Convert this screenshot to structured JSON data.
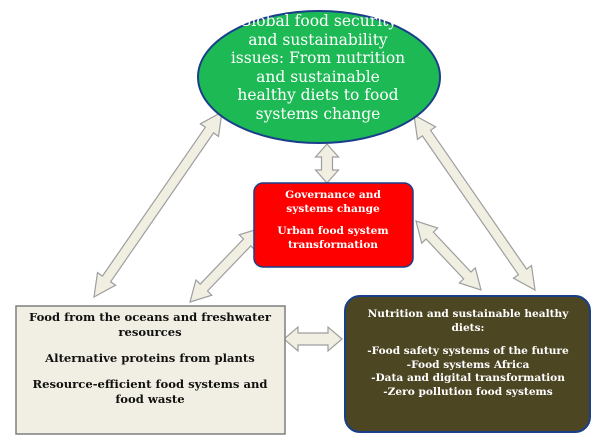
{
  "top_node": {
    "lines": [
      "Global food security",
      "and sustainability",
      "issues: From nutrition",
      "and sustainable",
      "healthy diets to food",
      "systems change"
    ],
    "fill": "#1db954",
    "stroke": "#1a3f8a"
  },
  "middle_node": {
    "line1": "Governance and",
    "line2": "systems change",
    "line3": "Urban food system",
    "line4": "transformation",
    "fill": "#ff0000",
    "stroke": "#1a3f8a"
  },
  "left_node": {
    "line1": "Food from the oceans and freshwater",
    "line2": "resources",
    "line3": "Alternative proteins from plants",
    "line4": "Resource-efficient food systems and",
    "line5": "food waste",
    "fill": "#f1efe3",
    "stroke": "#7f7f7f"
  },
  "right_node": {
    "title1": "Nutrition and sustainable healthy",
    "title2": "diets:",
    "items": [
      "-Food safety systems of the future",
      "-Food systems Africa",
      "-Data and digital transformation",
      "-Zero pollution food systems"
    ],
    "fill": "#4d4623",
    "stroke": "#1a3f8a"
  },
  "arrow_style": {
    "fill": "#f0efe2",
    "stroke": "#9e9e9e"
  }
}
